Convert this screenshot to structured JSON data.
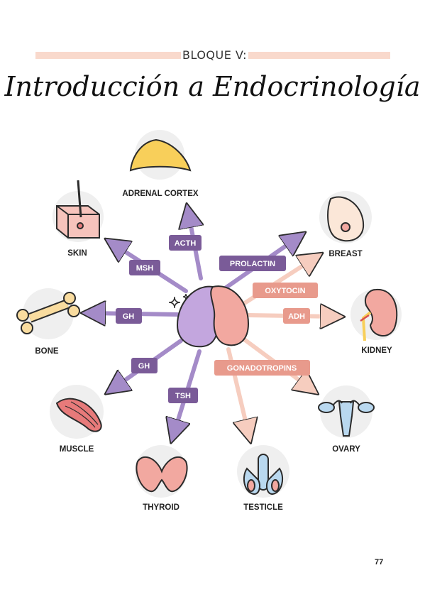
{
  "header": {
    "kicker": "BLOQUE V:",
    "title": "Introducción a Endocrinología"
  },
  "colors": {
    "header_bar": "#f9d9cc",
    "purple_arrow": "#a48bc8",
    "purple_tag": "#7a5b98",
    "pink_arrow": "#f6cdbf",
    "pink_tag": "#e89a8c",
    "gland_purple": "#c3a6de",
    "gland_pink": "#f2a8a0"
  },
  "organs": {
    "adrenal_cortex": "ADRENAL CORTEX",
    "skin": "SKIN",
    "breast": "BREAST",
    "bone": "BONE",
    "kidney": "KIDNEY",
    "muscle": "MUSCLE",
    "ovary": "OVARY",
    "thyroid": "THYROID",
    "testicle": "TESTICLE"
  },
  "hormones": {
    "acth": "ACTH",
    "msh": "MSH",
    "gh_bone": "GH",
    "gh_muscle": "GH",
    "tsh": "TSH",
    "prolactin": "PROLACTIN",
    "oxytocin": "OXYTOCIN",
    "adh": "ADH",
    "gonadotropins": "GONADOTROPINS"
  },
  "icons": [
    "adrenal-gland-icon",
    "skin-icon",
    "breast-icon",
    "bone-icon",
    "kidney-icon",
    "muscle-icon",
    "ovary-icon",
    "thyroid-icon",
    "testicle-icon",
    "pituitary-gland-icon",
    "sparkle-icon"
  ],
  "page_number": "77"
}
